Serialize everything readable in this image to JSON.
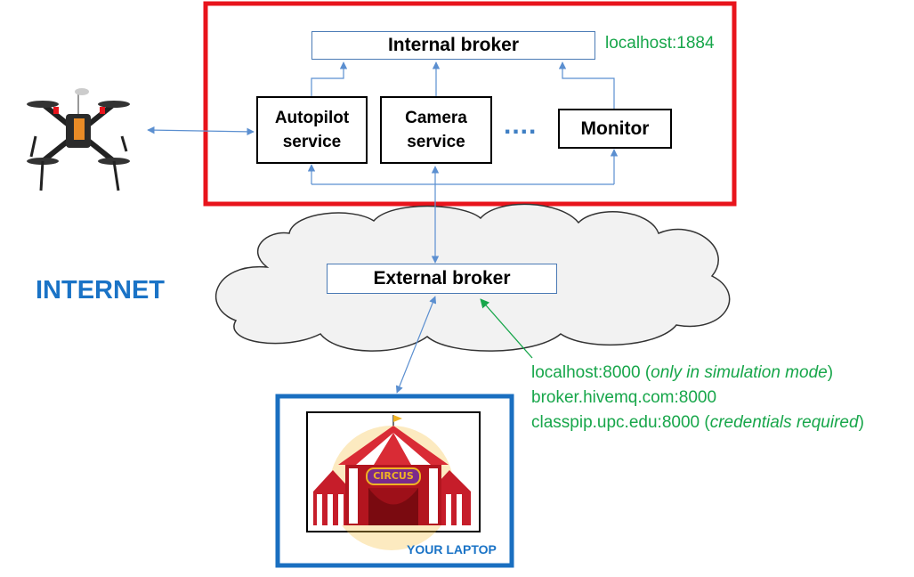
{
  "internal_broker": "Internal broker",
  "internal_address": "localhost:1884",
  "services": {
    "autopilot": "Autopilot service",
    "camera": "Camera service",
    "ellipsis": "....",
    "monitor": "Monitor"
  },
  "internet_label": "INTERNET",
  "external_broker": "External broker",
  "external_addresses": {
    "line1_main": "localhost:8000 (",
    "line1_italic": "only in simulation mode",
    "line1_end": ")",
    "line2": "broker.hivemq.com:8000",
    "line3_main": "classpip.upc.edu:8000 (",
    "line3_italic": "credentials required",
    "line3_end": ")"
  },
  "circus_sign": "CIRCUS",
  "laptop_label": "YOUR LAPTOP",
  "colors": {
    "drone_frame": "#e8141c",
    "laptop_frame": "#1a6fc0",
    "connector": "#5b8fd0",
    "green_text": "#17a64a",
    "internet_text": "#1a73c6"
  }
}
